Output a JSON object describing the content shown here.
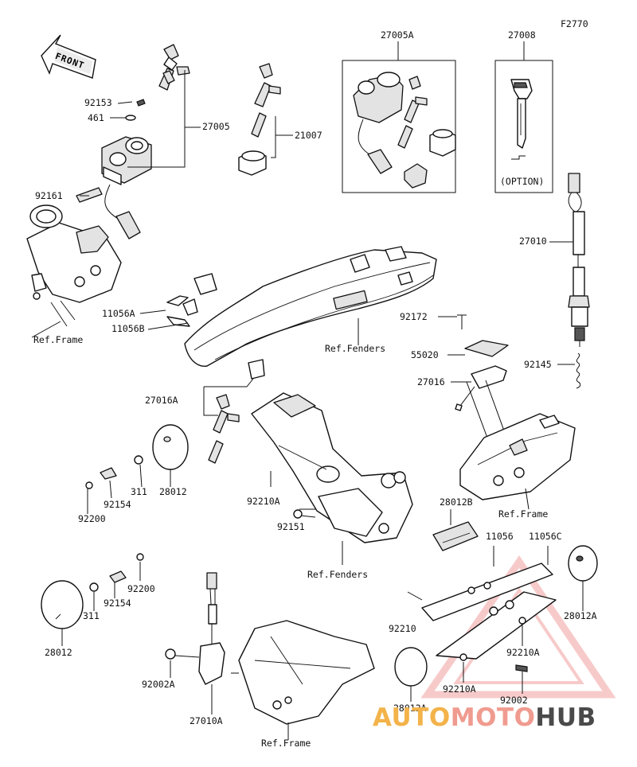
{
  "figure_code": "F2770",
  "front_label": "FRONT",
  "option_label": "(OPTION)",
  "labels": {
    "p27005A": "27005A",
    "p27008": "27008",
    "p92153": "92153",
    "p461": "461",
    "p27005": "27005",
    "p21007": "21007",
    "p92161": "92161",
    "p27010": "27010",
    "p11056A": "11056A",
    "p11056B": "11056B",
    "ref_frame_1": "Ref.Frame",
    "ref_fenders_1": "Ref.Fenders",
    "p92172": "92172",
    "p55020": "55020",
    "p27016": "27016",
    "p92145": "92145",
    "p27016A": "27016A",
    "p311_a": "311",
    "p92154_a": "92154",
    "p28012_a": "28012",
    "p92200_a": "92200",
    "p92210A_a": "92210A",
    "p28012B": "28012B",
    "ref_frame_2": "Ref.Frame",
    "p92151": "92151",
    "ref_fenders_2": "Ref.Fenders",
    "p11056": "11056",
    "p11056C": "11056C",
    "p92200_b": "92200",
    "p92154_b": "92154",
    "p311_b": "311",
    "p28012_b": "28012",
    "p92210": "92210",
    "p28012A_1": "28012A",
    "p92210A_b": "92210A",
    "p92002A": "92002A",
    "p92210A_c": "92210A",
    "p92002": "92002",
    "p27010A": "27010A",
    "p28012A_2": "28012A",
    "ref_frame_3": "Ref.Frame"
  },
  "watermark": {
    "part1": "AUTO",
    "part2": "MOTO",
    "part3": "HUB"
  },
  "colors": {
    "line": "#111111",
    "wm_orange": "#f3b34a",
    "wm_pink": "#f09b8f",
    "wm_grey": "#4a4a4a",
    "triangle": "#f2a0a0"
  }
}
